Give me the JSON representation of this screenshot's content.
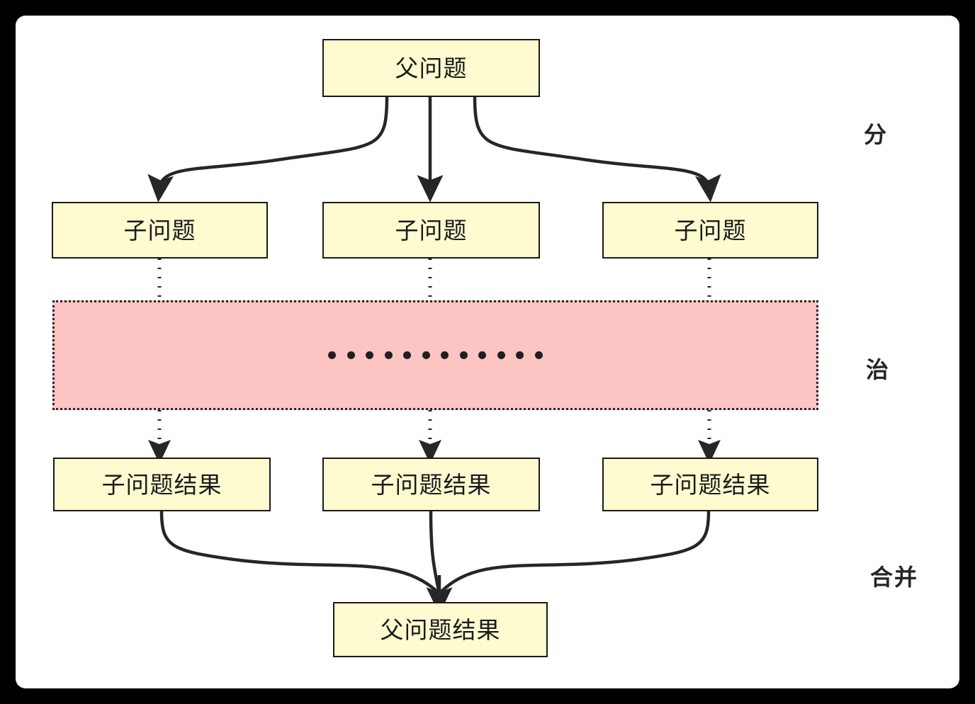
{
  "diagram": {
    "title": "divide-and-conquer-flow",
    "canvas": {
      "background": "#ffffff",
      "outer_background": "#000000"
    },
    "colors": {
      "node_fill": "#fdfbcf",
      "node_stroke": "#1a1a1a",
      "region_fill": "#fdc4c4",
      "region_stroke": "#262626",
      "text": "#1a1a1a",
      "edge": "#262626"
    },
    "nodes": {
      "parent_problem": "父问题",
      "sub_problem_1": "子问题",
      "sub_problem_2": "子问题",
      "sub_problem_3": "子问题",
      "sub_result_1": "子问题结果",
      "sub_result_2": "子问题结果",
      "sub_result_3": "子问题结果",
      "parent_result": "父问题结果"
    },
    "region": {
      "name": "processing-region",
      "ellipsis_dot_count": 12
    },
    "phase_labels": [
      {
        "key": "divide",
        "text": "分"
      },
      {
        "key": "conquer",
        "text": "治"
      },
      {
        "key": "merge",
        "text": "合并"
      }
    ]
  }
}
